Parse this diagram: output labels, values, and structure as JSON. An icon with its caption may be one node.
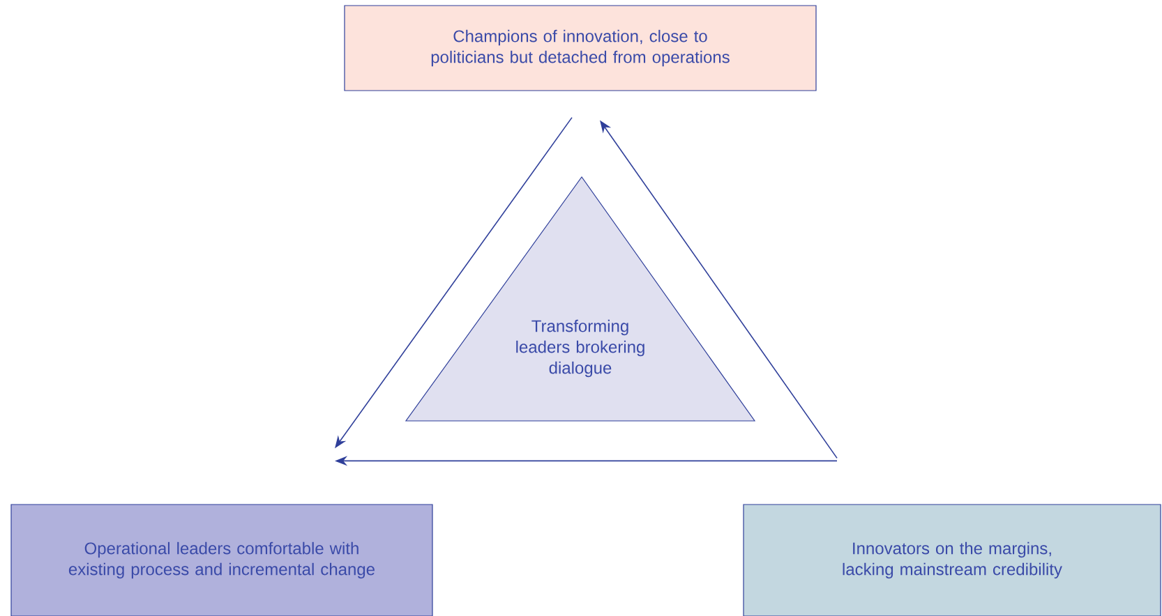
{
  "diagram": {
    "nodes": [
      {
        "text": [
          "Champions of innovation, close to politicians but detached from operations"
        ]
      },
      {
        "text": [
          "Operational leaders comfortable with existing process and incremental change"
        ]
      },
      {
        "text": [
          "Innovators on the margins, lacking mainstream credibility"
        ]
      },
      {
        "text": [
          "Transforming leaders brokering dialogue"
        ]
      }
    ],
    "edges": [
      {
        "from": 0,
        "to": 1,
        "arrow": "to"
      },
      {
        "from": 2,
        "to": 1,
        "arrow": "to"
      },
      {
        "from": 2,
        "to": 0,
        "arrow": "to"
      }
    ]
  }
}
